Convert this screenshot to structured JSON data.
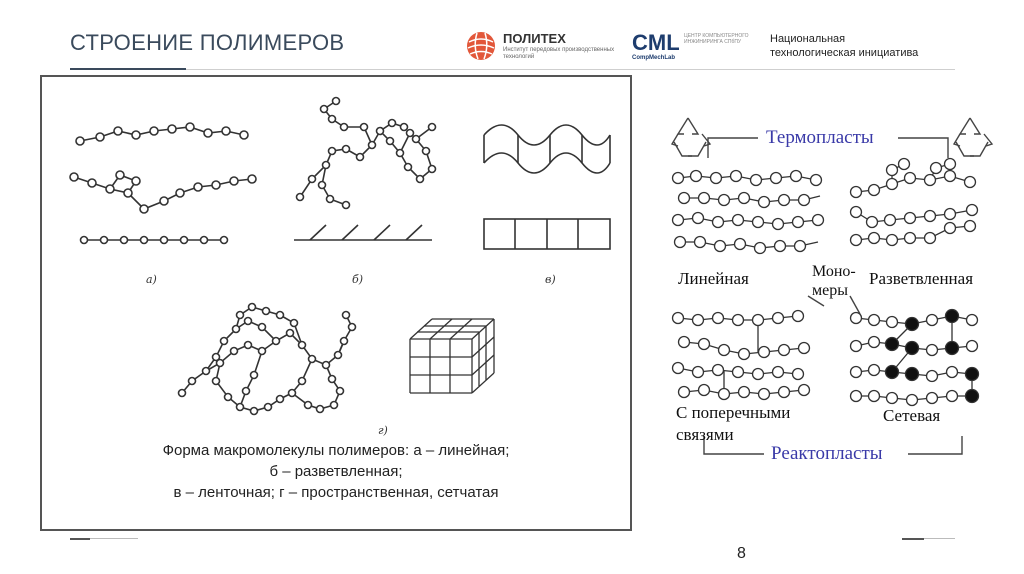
{
  "header": {
    "title": "СТРОЕНИЕ ПОЛИМЕРОВ",
    "logo_politeh_name": "ПОЛИТЕХ",
    "logo_politeh_sub": "Институт передовых производственных технологий",
    "logo_cml_big": "CML",
    "logo_cml_small": "CompMechLab",
    "logo_cml_side": "ЦЕНТР КОМПЬЮТЕРНОГО ИНЖИНИРИНГА СПбПУ",
    "nti_line1": "Национальная",
    "nti_line2": "технологическая инициатива"
  },
  "left_figure": {
    "label_a": "а)",
    "label_b": "б)",
    "label_v": "в)",
    "label_g": "г)",
    "caption_line1": "Форма макромолекулы полимеров: а – линейная;",
    "caption_line2": "б – разветвленная;",
    "caption_line3": "в – ленточная; г – пространственная, сетчатая"
  },
  "right_figure": {
    "thermoplastics": "Термопласты",
    "thermosets": "Реактопласты",
    "linear": "Линейная",
    "branched": "Разветвленная",
    "monomers_line1": "Моно-",
    "monomers_line2": "меры",
    "crosslinked_line1": "С поперечными",
    "crosslinked_line2": "связями",
    "network": "Сетевая"
  },
  "footer": {
    "page_number": "8"
  }
}
